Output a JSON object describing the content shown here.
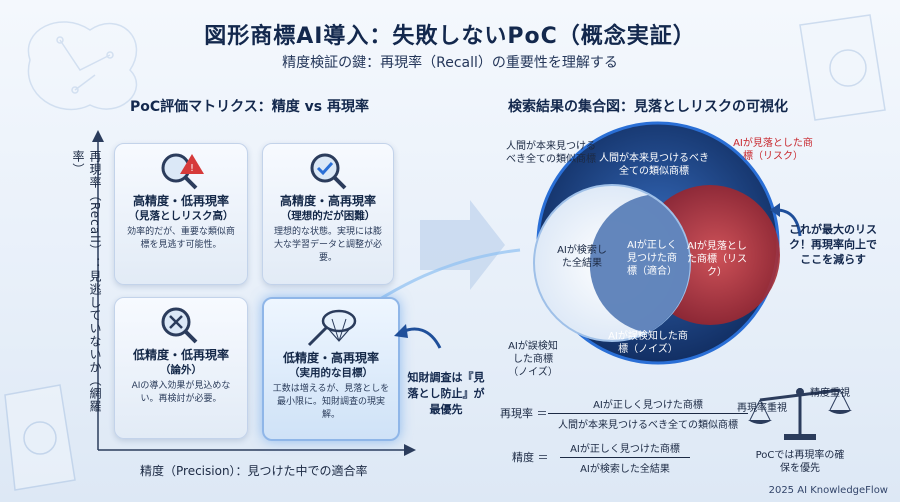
{
  "title": "図形商標AI導入：失敗しないPoC（概念実証）",
  "subtitle": "精度検証の鍵：再現率（Recall）の重要性を理解する",
  "matrix": {
    "heading": "PoC評価マトリクス：精度 vs 再現率",
    "y_axis": "再現率（Recall）：見逃していないか（網羅率）",
    "x_axis": "精度（Precision）：見つけた中での適合率",
    "cards": [
      {
        "title": "高精度・低再現率",
        "sub": "（見落としリスク高）",
        "desc": "効率的だが、重要な類似商標を見逃す可能性。",
        "icon": "magnifier-warning-icon"
      },
      {
        "title": "高精度・高再現率",
        "sub": "（理想的だが困難）",
        "desc": "理想的な状態。実現には膨大な学習データと調整が必要。",
        "icon": "magnifier-check-icon"
      },
      {
        "title": "低精度・低再現率",
        "sub": "（論外）",
        "desc": "AIの導入効果が見込めない。再検討が必要。",
        "icon": "magnifier-cross-icon"
      },
      {
        "title": "低精度・高再現率",
        "sub": "（実用的な目標）",
        "desc": "工数は増えるが、見落としを最小限に。知財調査の現実解。",
        "icon": "net-icon"
      }
    ],
    "callout": "知財調査は『見落とし防止』が最優先"
  },
  "venn": {
    "heading": "検索結果の集合図：見落としリスクの可視化",
    "outer_label": "人間が本来見つけるべき全ての類似商標",
    "outer_inner": "人間が本来見つけるべき全ての類似商標",
    "ai_found": "AIが検索した全結果",
    "correct": "AIが正しく見つけた商標（適合）",
    "missed_inner": "AIが見落とした商標（リスク）",
    "missed_label": "AIが見落とした商標（リスク）",
    "noise_inner": "AIが誤検知した商標（ノイズ）",
    "noise_label": "AIが誤検知した商標（ノイズ）",
    "risk_note": "これが最大のリスク！再現率向上でここを減らす"
  },
  "formulas": {
    "recall_label": "再現率 ＝",
    "recall_num": "AIが正しく見つけた商標",
    "recall_den": "人間が本来見つけるべき全ての類似商標",
    "precision_label": "精度 ＝",
    "precision_num": "AIが正しく見つけた商標",
    "precision_den": "AIが検索した全結果"
  },
  "scale": {
    "left": "再現率重視",
    "right": "精度重視",
    "note": "PoCでは再現率の確保を優先"
  },
  "footer": "2025 AI KnowledgeFlow",
  "colors": {
    "accent_blue": "#2a6fd6",
    "risk_red": "#c8282e",
    "navy": "#13284d"
  }
}
